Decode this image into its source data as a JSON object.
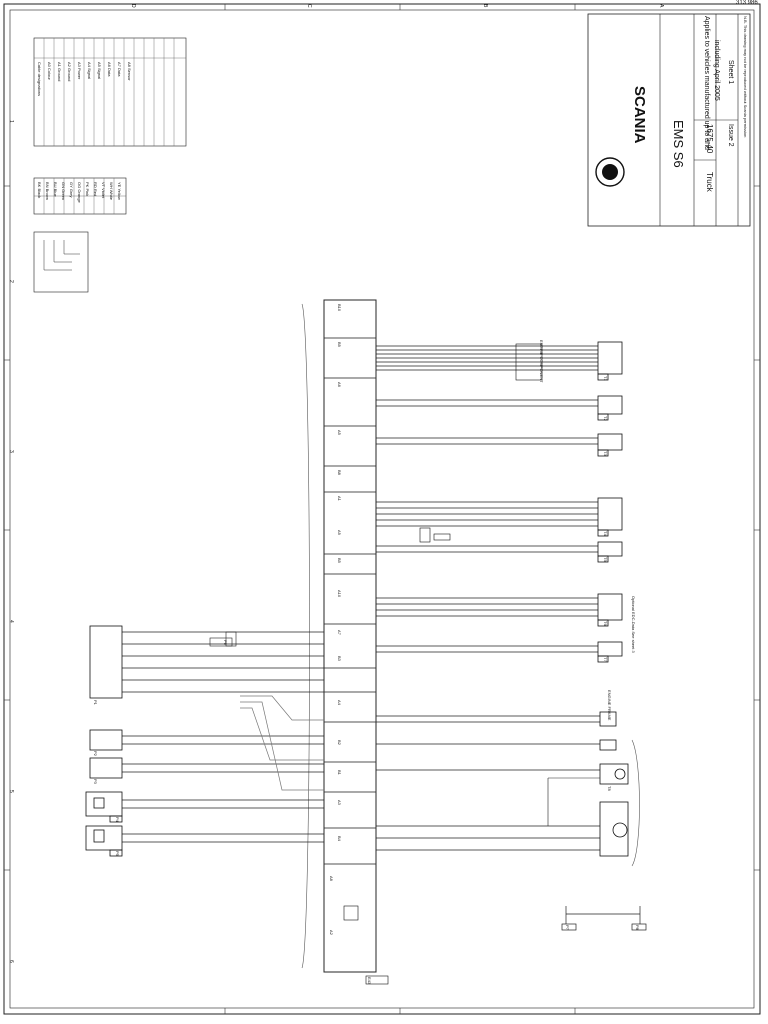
{
  "sheet_code": "313 986",
  "title_block": {
    "brand": "SCANIA",
    "system": "EMS S6",
    "applies": "Applies to vehicles manufactured up to and",
    "applies2": "including April 2005",
    "vehicle": "Truck",
    "number": "1675-40",
    "sheet": "Sheet 1",
    "issue": "Issue 2",
    "note": "N.B. This drawing may not be reproduced without Scania permission"
  },
  "grid": {
    "rows": [
      "1",
      "2",
      "3",
      "4",
      "5",
      "6"
    ],
    "cols": [
      "D",
      "C",
      "B",
      "A"
    ]
  },
  "legend": {
    "title": "Cable designations",
    "items": [
      "A0 Colour",
      "A1 Ground",
      "A2 Ground",
      "A3 Power",
      "A4 Signal",
      "A5 Signal",
      "A6 Data",
      "A7 Data",
      "A8 Sensor"
    ]
  },
  "color_table": {
    "rows": [
      "BK Black",
      "BN Brown",
      "BU Blue",
      "GN Green",
      "GY Grey",
      "OG Orange",
      "PK Pink",
      "RD Red",
      "VT Violet",
      "WH White",
      "YE Yellow"
    ]
  },
  "connectors": {
    "ecu_blocks": [
      "B10",
      "B9",
      "A6",
      "A5",
      "B8",
      "A1",
      "A9",
      "B5",
      "A10",
      "A7",
      "B3",
      "A4",
      "B2",
      "B1",
      "A3",
      "B4",
      "A8",
      "A2"
    ],
    "sensor_labels": [
      "T1",
      "T2",
      "T3",
      "T4",
      "T5",
      "T6",
      "T7",
      "T8"
    ],
    "left_labels": [
      "P1",
      "P2",
      "P3",
      "P4",
      "P5",
      "P6",
      "P7",
      "P8"
    ]
  },
  "callouts": {
    "engine_component": "ENGINE COMPONENT",
    "engine_frame": "ENGINE FRAME",
    "main_ecu": "E43",
    "diag": "Optional EDC-Data See sheet 3"
  }
}
